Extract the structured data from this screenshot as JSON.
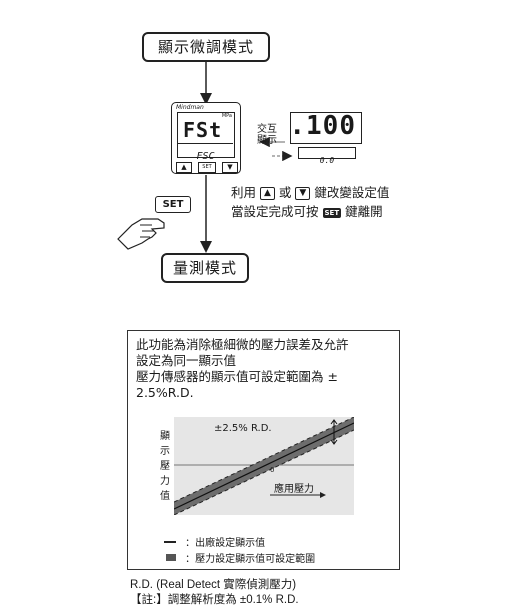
{
  "flow": {
    "top_mode": "顯示微調模式",
    "bottom_mode": "量測模式",
    "exchange_label": [
      "交互",
      "顯示"
    ],
    "instruction_line1": {
      "pre": "利用",
      "mid": "或",
      "post": "鍵改變設定值"
    },
    "instruction_line2": {
      "pre": "當設定完成可按",
      "post": "鍵離開"
    },
    "set_key": "SET"
  },
  "device": {
    "brand": "Mindman",
    "unit": "MPa",
    "main_display": "FSt",
    "sub_display": "FSC",
    "buttons": [
      "▲",
      "SET",
      "▼"
    ]
  },
  "value_display": {
    "main": ".100",
    "sub": "0.0"
  },
  "info": {
    "lines": [
      "此功能為消除極細微的壓力誤差及允許",
      "設定為同一顯示值",
      "壓力傳感器的顯示值可設定範圍為 ±",
      "2.5%R.D."
    ],
    "chart_label": "±2.5% R.D.",
    "y_axis_chars": [
      "顯",
      "示",
      "壓",
      "力",
      "值"
    ],
    "x_axis_label": "應用壓力",
    "origin_label": "0",
    "legend": [
      {
        "symbol": "line",
        "text": "：出廠設定顯示值"
      },
      {
        "symbol": "band",
        "text": "：壓力設定顯示值可設定範圍"
      }
    ]
  },
  "notes": [
    "R.D. (Real Detect 實際偵測壓力)",
    "【註:】調整解析度為 ±0.1% R.D."
  ]
}
